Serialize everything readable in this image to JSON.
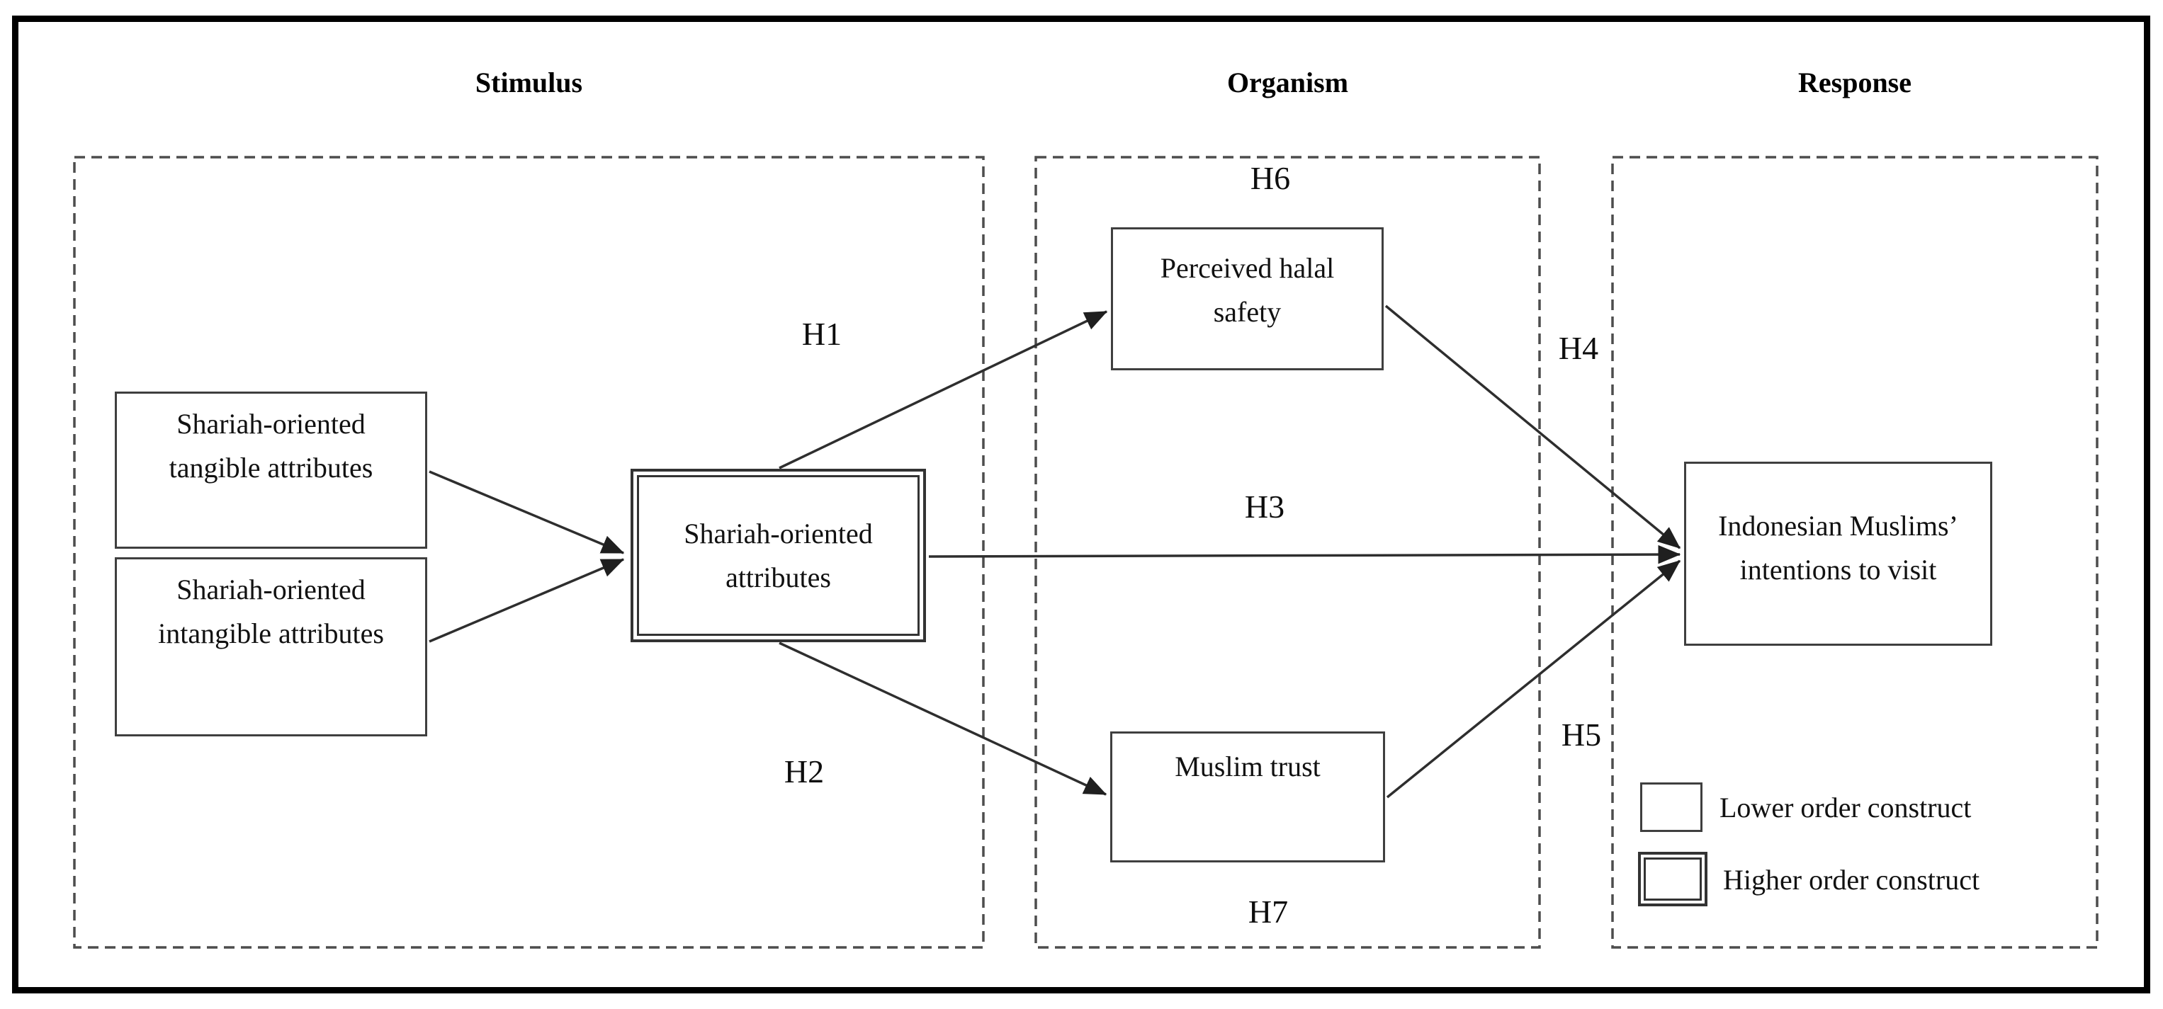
{
  "figure": {
    "regions": {
      "stimulus": {
        "label": "Stimulus"
      },
      "organism": {
        "label": "Organism"
      },
      "response": {
        "label": "Response"
      }
    },
    "nodes": {
      "tangible": {
        "label": "Shariah-oriented\ntangible attributes"
      },
      "intangible": {
        "label": "Shariah-oriented\nintangible attributes"
      },
      "soa": {
        "label": "Shariah-oriented\nattributes"
      },
      "phs": {
        "label": "Perceived halal\nsafety"
      },
      "trust": {
        "label": "Muslim trust"
      },
      "intentions": {
        "label": "Indonesian Muslims’\nintentions to visit"
      }
    },
    "hypotheses": {
      "h1": "H1",
      "h2": "H2",
      "h3": "H3",
      "h4": "H4",
      "h5": "H5",
      "h6": "H6",
      "h7": "H7"
    },
    "legend": {
      "lower": {
        "label": "Lower order construct"
      },
      "higher": {
        "label": "Higher order construct"
      }
    },
    "colors": {
      "frame": "#000000",
      "box_border": "#3f3f3f",
      "dashed_border": "#4d4d4d",
      "arrow": "#2e2e2e",
      "text": "#111111",
      "background": "#ffffff"
    }
  }
}
